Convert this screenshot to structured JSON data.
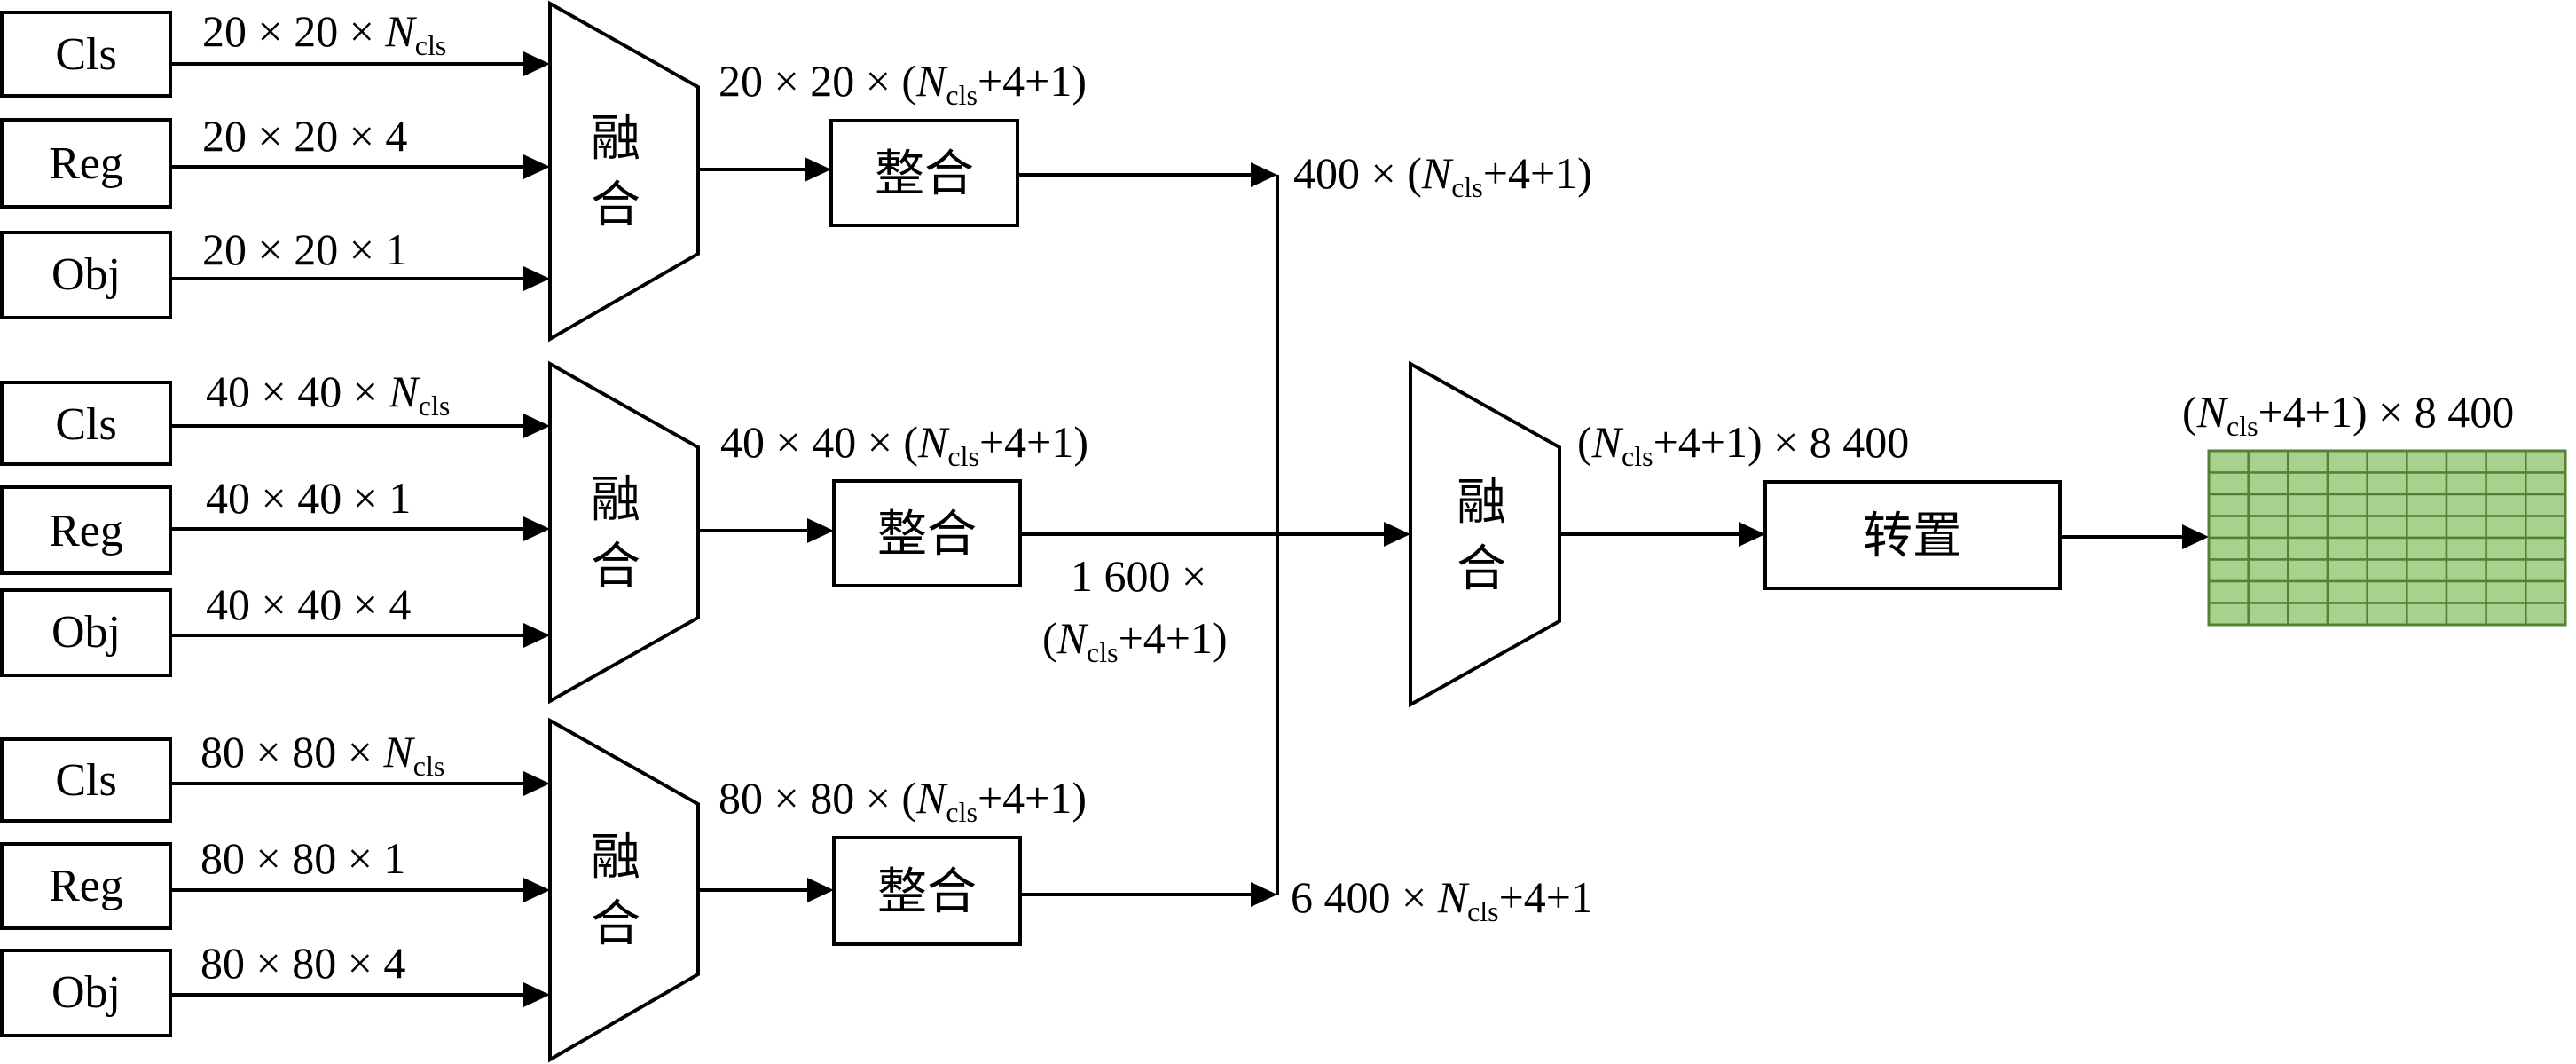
{
  "groups": [
    {
      "inputs": [
        {
          "box": "Cls",
          "dims": "20 × 20 × ",
          "sym": "N",
          "sub": "cls",
          "tail": ""
        },
        {
          "box": "Reg",
          "dims": "20 × 20 × 4",
          "sym": "",
          "sub": "",
          "tail": ""
        },
        {
          "box": "Obj",
          "dims": "20 × 20 × 1",
          "sym": "",
          "sub": "",
          "tail": ""
        }
      ],
      "fuse": [
        "融",
        "合"
      ],
      "fuse_out": {
        "pre": "20 × 20 × (",
        "sym": "N",
        "sub": "cls",
        "post": "+4+1)"
      },
      "merge": "整合",
      "merge_out": {
        "pre": "400 × (",
        "sym": "N",
        "sub": "cls",
        "post": "+4+1)"
      }
    },
    {
      "inputs": [
        {
          "box": "Cls",
          "dims": "40 × 40 × ",
          "sym": "N",
          "sub": "cls",
          "tail": ""
        },
        {
          "box": "Reg",
          "dims": "40 × 40 × 1",
          "sym": "",
          "sub": "",
          "tail": ""
        },
        {
          "box": "Obj",
          "dims": "40 × 40 × 4",
          "sym": "",
          "sub": "",
          "tail": ""
        }
      ],
      "fuse": [
        "融",
        "合"
      ],
      "fuse_out": {
        "pre": "40 × 40 × (",
        "sym": "N",
        "sub": "cls",
        "post": "+4+1)"
      },
      "merge": "整合",
      "merge_out": {
        "line1": "1 600 ×",
        "pre": "(",
        "sym": "N",
        "sub": "cls",
        "post": "+4+1)"
      }
    },
    {
      "inputs": [
        {
          "box": "Cls",
          "dims": "80 × 80 × ",
          "sym": "N",
          "sub": "cls",
          "tail": ""
        },
        {
          "box": "Reg",
          "dims": "80 × 80 × 1",
          "sym": "",
          "sub": "",
          "tail": ""
        },
        {
          "box": "Obj",
          "dims": "80 × 80 × 4",
          "sym": "",
          "sub": "",
          "tail": ""
        }
      ],
      "fuse": [
        "融",
        "合"
      ],
      "fuse_out": {
        "pre": "80 × 80 × (",
        "sym": "N",
        "sub": "cls",
        "post": "+4+1)"
      },
      "merge": "整合",
      "merge_out": {
        "pre": "6 400 × ",
        "sym": "N",
        "sub": "cls",
        "post": "+4+1"
      }
    }
  ],
  "final": {
    "fuse": [
      "融",
      "合"
    ],
    "fuse_out": {
      "pre": "(",
      "sym": "N",
      "sub": "cls",
      "post": "+4+1) × 8 400"
    },
    "transpose": "转置",
    "output": {
      "pre": "(",
      "sym": "N",
      "sub": "cls",
      "post": "+4+1) × 8 400"
    }
  },
  "colors": {
    "grid_fill": "#a9d18e",
    "grid_line": "#548235",
    "stroke": "#000000"
  }
}
